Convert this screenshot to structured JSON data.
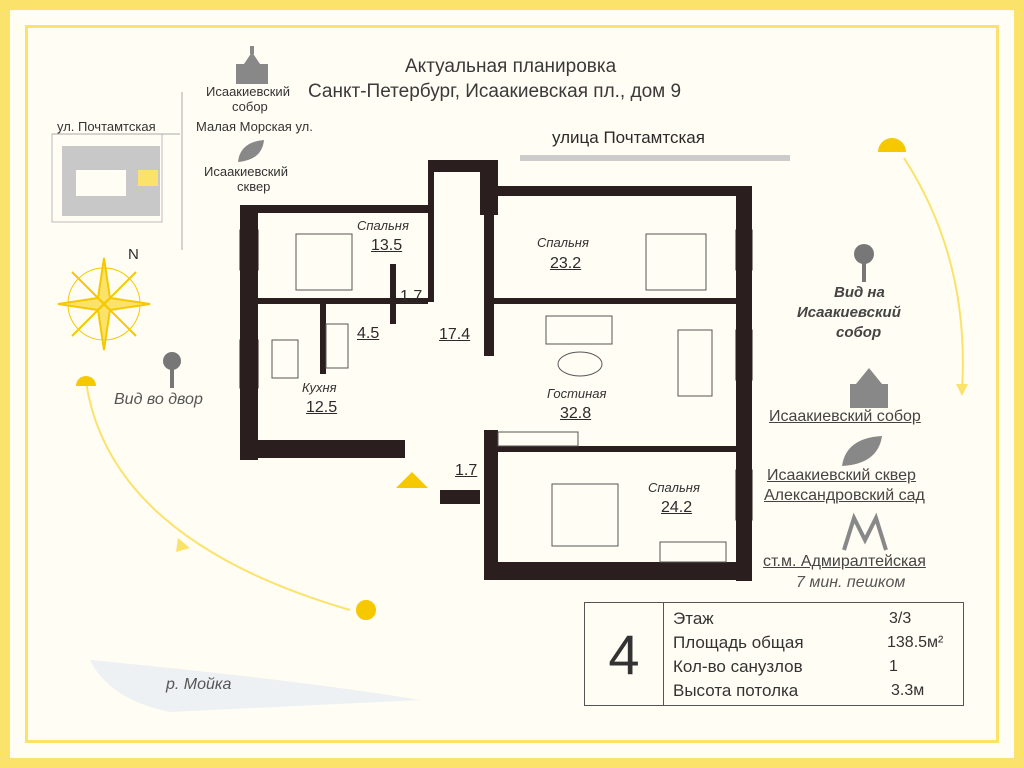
{
  "header": {
    "title_line1": "Актуальная планировка",
    "title_line2": "Санкт-Петербург, Исаакиевская пл., дом 9"
  },
  "map": {
    "legend_cathedral": "Исаакиевский собор",
    "legend_cathedral_line1": "Исаакиевский",
    "legend_cathedral_line2": "собор",
    "legend_square_line1": "Исаакиевский",
    "legend_square_line2": "сквер",
    "street_top": "ул. Почтамтская",
    "street_side": "Малая Морская ул.",
    "north": "N"
  },
  "plan": {
    "street_label": "улица Почтамтская",
    "rooms": [
      {
        "name": "Спальня",
        "area": "13.5"
      },
      {
        "name": "Спальня",
        "area": "23.2"
      },
      {
        "name": "",
        "area": "1.7"
      },
      {
        "name": "",
        "area": "4.5"
      },
      {
        "name": "",
        "area": "17.4"
      },
      {
        "name": "Кухня",
        "area": "12.5"
      },
      {
        "name": "Гостиная",
        "area": "32.8"
      },
      {
        "name": "",
        "area": "1.7"
      },
      {
        "name": "Спальня",
        "area": "24.2"
      }
    ]
  },
  "views": {
    "yard": "Вид во двор",
    "cathedral_line1": "Вид на",
    "cathedral_line2": "Исаакиевский",
    "cathedral_line3": "собор",
    "river": "р. Мойка"
  },
  "places": {
    "cathedral": "Исаакиевский собор",
    "square": "Исаакиевский сквер",
    "garden": "Александровский сад",
    "metro": "ст.м. Адмиралтейская",
    "metro_walk": "7 мин. пешком"
  },
  "info": {
    "rooms_count": "4",
    "rows": [
      {
        "label": "Этаж",
        "value": "3/3"
      },
      {
        "label": "Площадь общая",
        "value": "138.5м²"
      },
      {
        "label": "Кол-во санузлов",
        "value": "1"
      },
      {
        "label": "Высота потолка",
        "value": "3.3м"
      }
    ]
  },
  "colors": {
    "accent": "#fbe26a",
    "wall": "#2b1e1e",
    "sun": "#f5c800"
  }
}
